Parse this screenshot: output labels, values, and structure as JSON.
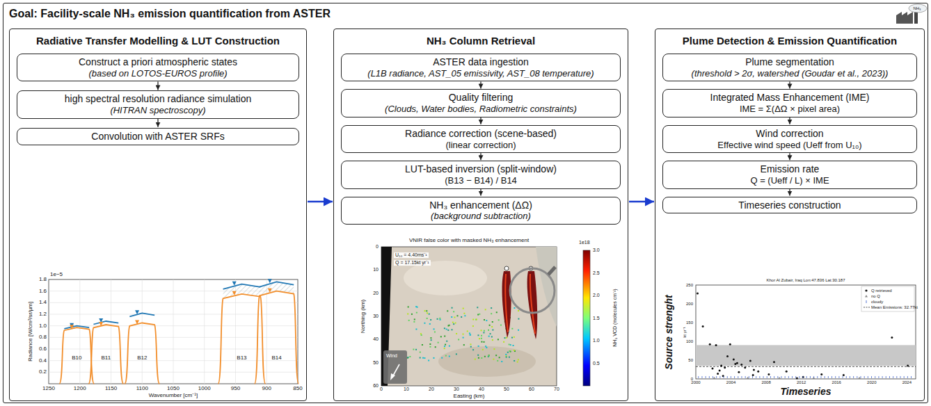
{
  "diagram": {
    "nodes": [
      {
        "text": [
          "Goal: Facility-scale NH₃ emission quantification from ASTER"
        ]
      },
      {
        "text": [
          "Radiative Transfer Modelling & LUT Construction"
        ],
        "in": 0
      },
      {
        "text": [
          "Construct a priori atmospheric states",
          "(based on LOTOS-EUROS profile)"
        ],
        "in": 1
      },
      {
        "text": [
          "high spectral resolution radiance simulation",
          "(HITRAN spectroscopy)"
        ],
        "in": 1
      },
      {
        "text": [
          "Convolution with ASTER SRFs"
        ],
        "in": 1
      },
      {
        "text": [
          "NH₃ Column Retrieval"
        ],
        "in": 0
      },
      {
        "text": [
          "ASTER data ingestion",
          "(L1B radiance, AST_05 emissivity, AST_08 temperature)"
        ],
        "in": 5
      },
      {
        "text": [
          "Quality filtering",
          "(Clouds, Water bodies, Radiometric constraints)"
        ],
        "in": 5
      },
      {
        "text": [
          "Radiance correction (scene-based)",
          "(linear correction)"
        ],
        "in": 5
      },
      {
        "text": [
          "LUT-based inversion (split-window)",
          "(B13 − B14) / B14"
        ],
        "in": 5
      },
      {
        "text": [
          "NH₃ enhancement (ΔΩ)",
          "(background subtraction)"
        ],
        "in": 5
      },
      {
        "text": [
          "Plume Detection & Emission Quantification"
        ],
        "in": 0
      },
      {
        "text": [
          "Plume segmentation",
          "(threshold > 2σ, watershed (Goudar et al., 2023))"
        ],
        "in": 11
      },
      {
        "text": [
          "Integrated Mass Enhancement (IME)",
          "IME = Σ(ΔΩ × pixel area)"
        ],
        "in": 11
      },
      {
        "text": [
          "Wind correction",
          "Effective wind speed (Ueff from U₁₀)"
        ],
        "in": 11
      },
      {
        "text": [
          "Emission rate",
          "Q = (Ueff / L) × IME"
        ],
        "in": 11
      },
      {
        "text": [
          "Timeseries construction"
        ],
        "in": 11
      }
    ],
    "edges": [
      {
        "from": 2,
        "to": 3,
        "arrow": "to"
      },
      {
        "from": 3,
        "to": 4,
        "arrow": "to"
      },
      {
        "from": 6,
        "to": 7,
        "arrow": "to"
      },
      {
        "from": 7,
        "to": 8,
        "arrow": "to"
      },
      {
        "from": 8,
        "to": 9,
        "arrow": "to"
      },
      {
        "from": 9,
        "to": 10,
        "arrow": "to"
      },
      {
        "from": 12,
        "to": 13,
        "arrow": "to"
      },
      {
        "from": 13,
        "to": 14,
        "arrow": "to"
      },
      {
        "from": 14,
        "to": 15,
        "arrow": "to"
      },
      {
        "from": 15,
        "to": 16,
        "arrow": "to"
      },
      {
        "from": 1,
        "to": 5,
        "arrow": "to"
      },
      {
        "from": 5,
        "to": 11,
        "arrow": "to"
      }
    ],
    "labels": [
      "1e−5",
      "1.8",
      "1.6",
      "1.4",
      "1.2",
      "1.0",
      "0.8",
      "0.6",
      "0.4",
      "0.2",
      "Radiance [W/cm²/sr/µm]",
      "1250",
      "1200",
      "1150",
      "1100",
      "1050",
      "1000",
      "950",
      "900",
      "850",
      "Wavenumber [cm⁻¹]",
      "B10",
      "B11",
      "B12",
      "B13",
      "B14",
      "VNIR false color with masked NH₃ enhancement",
      "0",
      "10",
      "20",
      "30",
      "40",
      "50",
      "60",
      "0",
      "10",
      "20",
      "30",
      "40",
      "50",
      "60",
      "70",
      "Northing (km)",
      "Easting (km)",
      "U₁₀ = 4.40ms⁻¹",
      "Q = 17.15kt yr⁻¹",
      "Wind",
      "1e18",
      "3.0",
      "2.5",
      "2.0",
      "1.5",
      "1.0",
      "0.5",
      "NH₃ VCD (molecules cm⁻²)",
      "Khor Al Zubair, Iraq Lon:47.836 Lat:30.187",
      "250",
      "200",
      "150",
      "100",
      "50",
      "0",
      "kt yr⁻¹",
      "2000",
      "2004",
      "2008",
      "2012",
      "2016",
      "2020",
      "2024",
      "Source strenght",
      "Timeseries",
      "NH₃"
    ],
    "legend": [
      {
        "text": "Q retrieved"
      },
      {
        "text": "no Q"
      },
      {
        "text": "cloudy"
      },
      {
        "text": "Mean Emissions: 32.77kt"
      }
    ]
  }
}
